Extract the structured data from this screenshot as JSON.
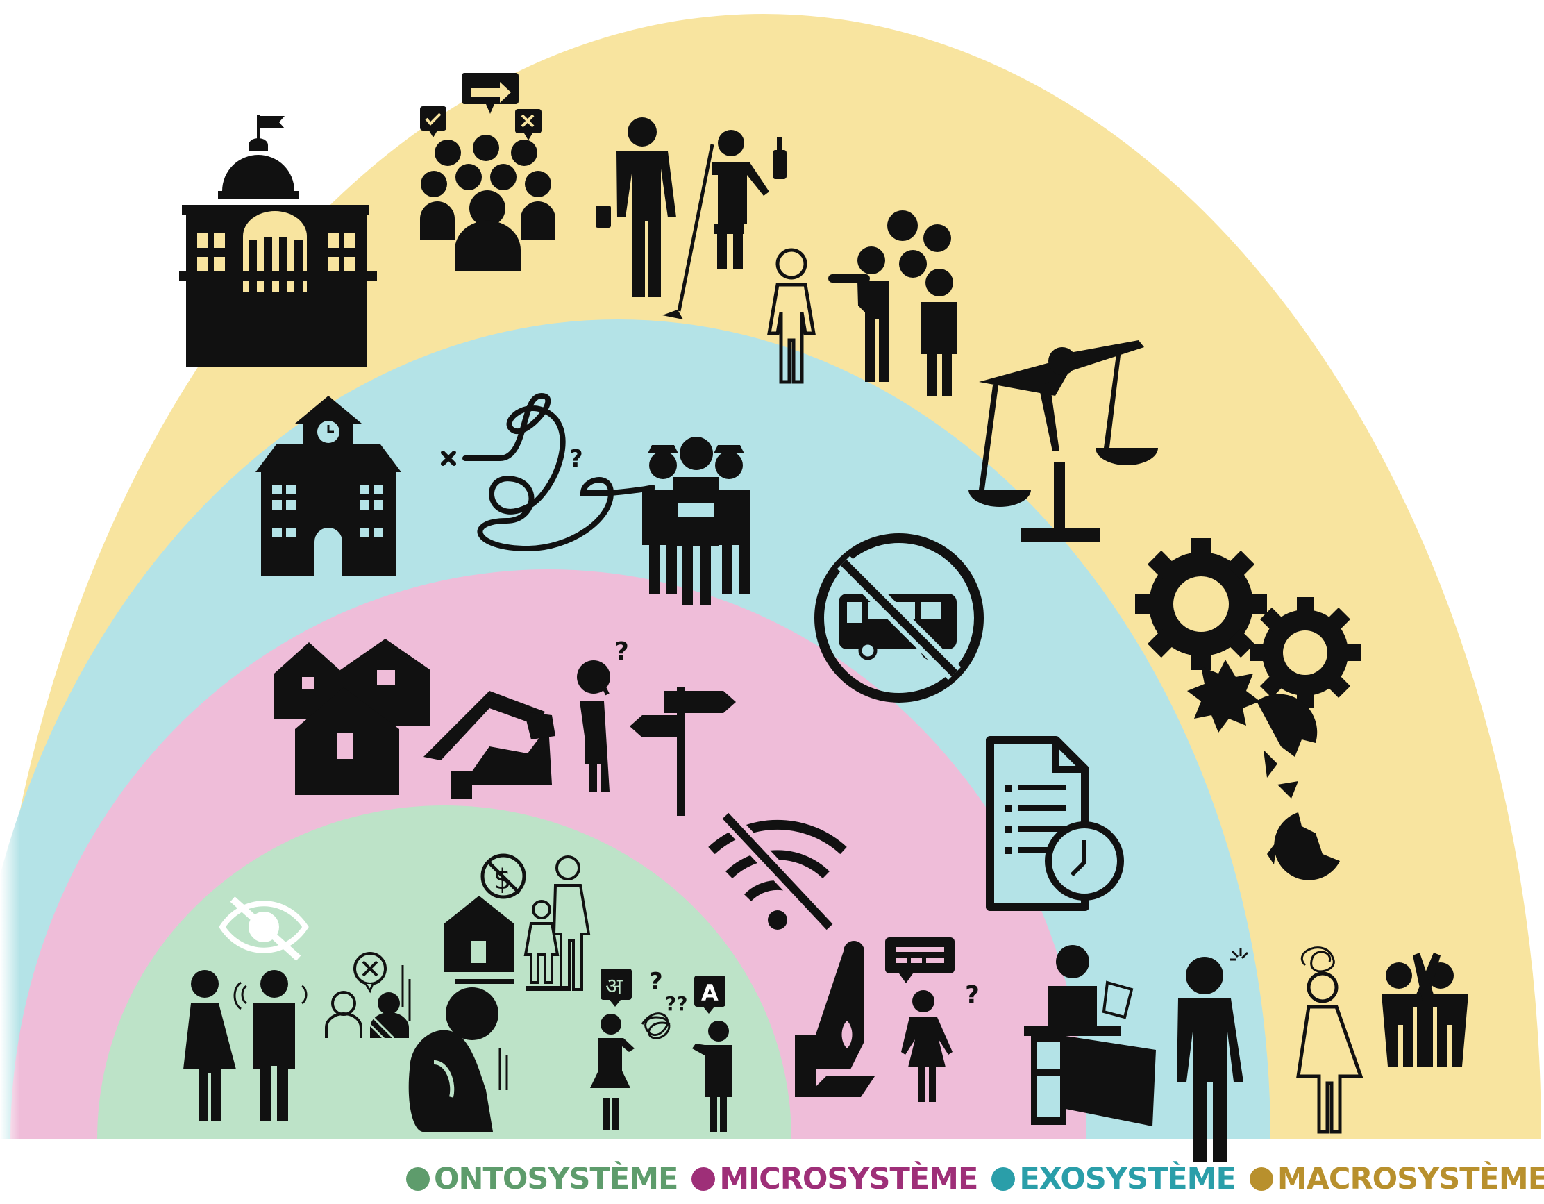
{
  "diagram": {
    "type": "nested-arcs",
    "layers": [
      {
        "key": "ontosysteme",
        "label": "ONTOSYSTÈME",
        "color": "#bde3c8",
        "label_color": "#5e9c6c",
        "dot_color": "#5e9c6c"
      },
      {
        "key": "microsysteme",
        "label": "MICROSYSTÈME",
        "color": "#efbdd9",
        "label_color": "#9e2f78",
        "dot_color": "#9e2f78"
      },
      {
        "key": "exosysteme",
        "label": "EXOSYSTÈME",
        "color": "#b4e3e7",
        "label_color": "#2a9ea9",
        "dot_color": "#2a9ea9"
      },
      {
        "key": "macrosysteme",
        "label": "MACROSYSTÈME",
        "color": "#f8e49f",
        "label_color": "#b8902d",
        "dot_color": "#b8902d"
      }
    ],
    "icons": {
      "macrosysteme": [
        "government-building-icon",
        "crowd-opinions-icon",
        "gender-roles-icon",
        "social-exclusion-icon",
        "broken-justice-scale-icon",
        "broken-gears-icon",
        "stressed-person-high-five-icon"
      ],
      "exosysteme": [
        "school-icon",
        "tangled-path-icon",
        "police-group-icon",
        "no-bus-icon",
        "document-clock-icon",
        "office-clerk-icon"
      ],
      "microsysteme": [
        "houses-icon",
        "collapsed-house-icon",
        "confused-person-signpost-icon",
        "no-wifi-icon",
        "stop-hand-child-icon"
      ],
      "ontosysteme": [
        "hidden-eye-icon",
        "couple-icon",
        "conversation-refusal-icon",
        "family-poverty-icon",
        "sad-person-icon",
        "language-barrier-icon"
      ]
    },
    "icon_text": {
      "hindi_letter": "अ",
      "latin_letter": "A",
      "question": "?",
      "question_double": "??",
      "dollar": "$"
    }
  }
}
